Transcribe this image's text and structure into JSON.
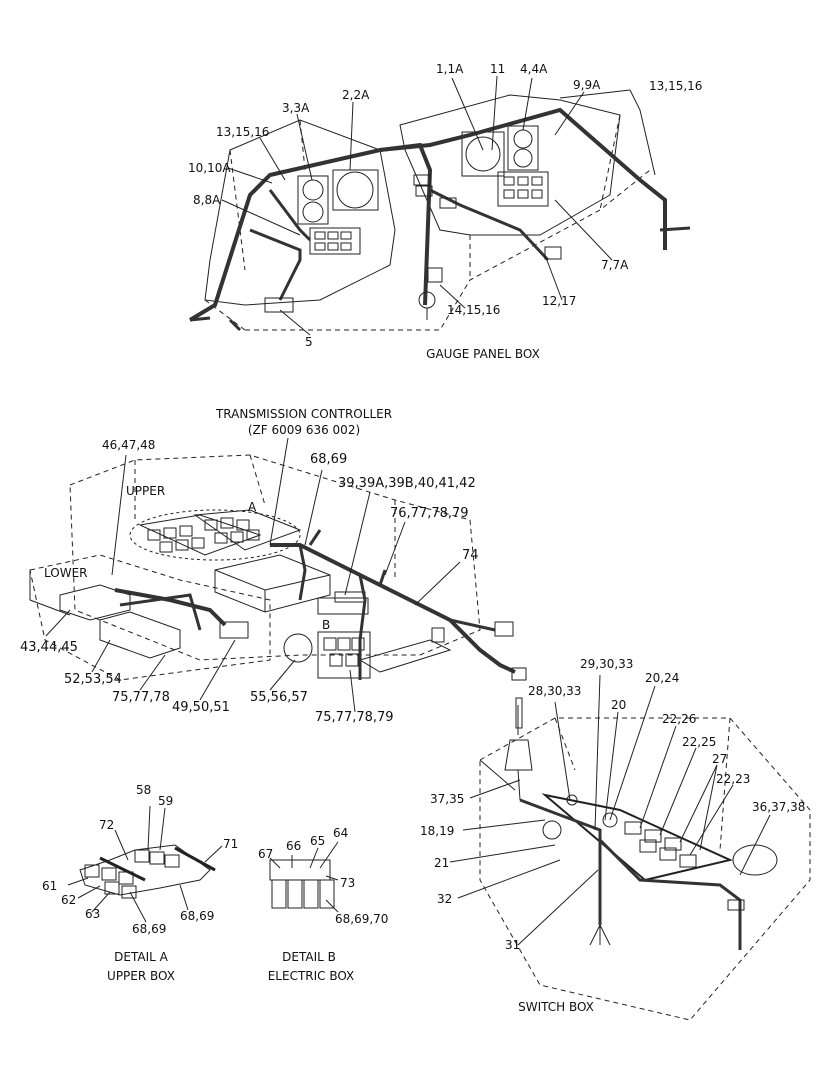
{
  "sections": {
    "gauge_panel_box": "GAUGE PANEL BOX",
    "transmission_title": "TRANSMISSION CONTROLLER",
    "transmission_part": "(ZF 6009 636 002)",
    "upper": "UPPER",
    "lower": "LOWER",
    "marker_a": "A",
    "marker_b": "B",
    "detail_a_line1": "DETAIL A",
    "detail_a_line2": "UPPER BOX",
    "detail_b_line1": "DETAIL B",
    "detail_b_line2": "ELECTRIC BOX",
    "switch_box": "SWITCH BOX"
  },
  "callouts": {
    "gauge": {
      "c1_1a": "1,1A",
      "c11": "11",
      "c4_4a": "4,4A",
      "c13_15_16_right": "13,15,16",
      "c2_2a": "2,2A",
      "c3_3a": "3,3A",
      "c9_9a": "9,9A",
      "c13_15_16_left": "13,15,16",
      "c10_10a": "10,10A",
      "c8_8a": "8,8A",
      "c7_7a": "7,7A",
      "c12_17": "12,17",
      "c14_15_16": "14,15,16",
      "c5": "5"
    },
    "transmission": {
      "c46_47_48": "46,47,48",
      "c68_69": "68,69",
      "c39": "39,39A,39B,40,41,42",
      "c76_77_78_79": "76,77,78,79",
      "c74": "74",
      "c43_44_45": "43,44,45",
      "c52_53_54": "52,53,54",
      "c75_77_78": "75,77,78",
      "c49_50_51": "49,50,51",
      "c55_56_57": "55,56,57",
      "c75_77_78_79": "75,77,78,79"
    },
    "switch": {
      "c29_30_33": "29,30,33",
      "c20_24": "20,24",
      "c28_30_33": "28,30,33",
      "c20": "20",
      "c22_26": "22,26",
      "c22_25": "22,25",
      "c27": "27",
      "c22_23": "22,23",
      "c37_35": "37,35",
      "c36_37_38": "36,37,38",
      "c18_19": "18,19",
      "c21": "21",
      "c32": "32",
      "c31": "31"
    },
    "detail_a": {
      "c58": "58",
      "c59": "59",
      "c72": "72",
      "c71": "71",
      "c61": "61",
      "c62": "62",
      "c63": "63",
      "c68_69_a": "68,69",
      "c68_69_b": "68,69"
    },
    "detail_b": {
      "c66": "66",
      "c65": "65",
      "c64": "64",
      "c67": "67",
      "c73": "73",
      "c68_69_70": "68,69,70"
    }
  }
}
